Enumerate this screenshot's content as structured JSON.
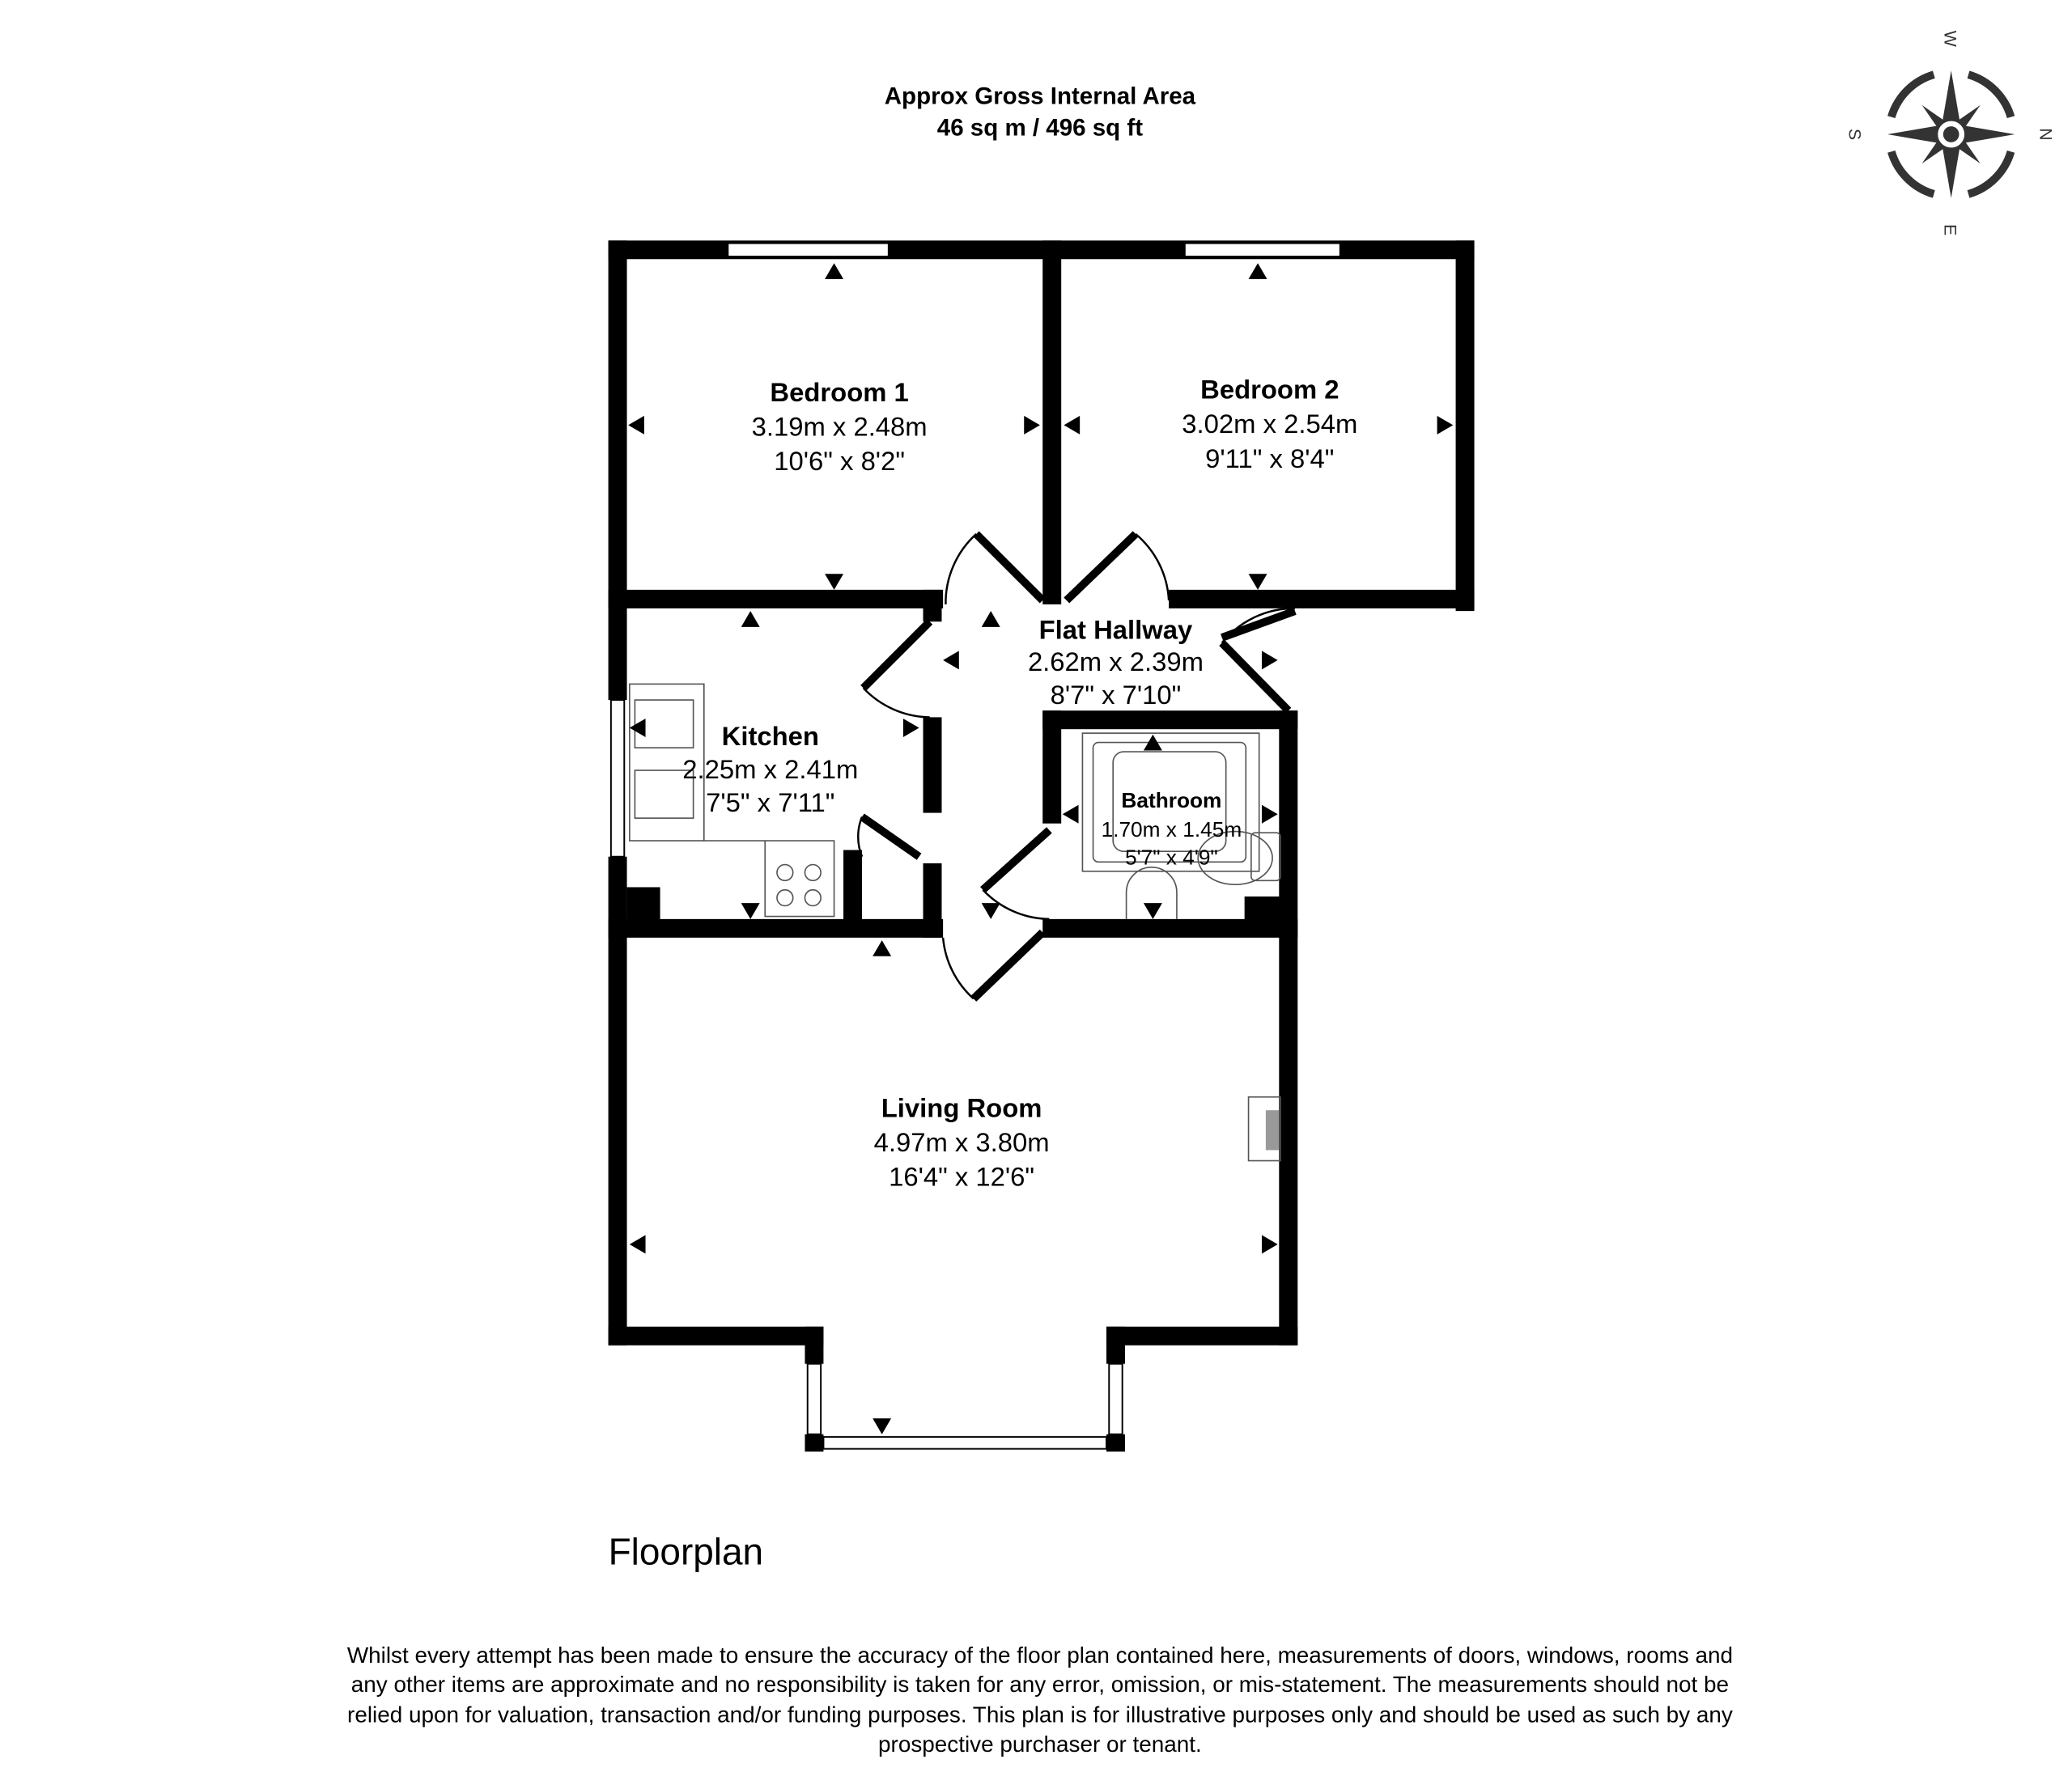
{
  "header": {
    "title": "Approx Gross Internal Area",
    "area": "46 sq m / 496 sq ft"
  },
  "compass": {
    "north": "N",
    "south": "S",
    "east": "E",
    "west": "W"
  },
  "rooms": {
    "bedroom1": {
      "name": "Bedroom 1",
      "metric": "3.19m x 2.48m",
      "imperial": "10'6\" x 8'2\""
    },
    "bedroom2": {
      "name": "Bedroom 2",
      "metric": "3.02m x 2.54m",
      "imperial": "9'11\" x 8'4\""
    },
    "hallway": {
      "name": "Flat Hallway",
      "metric": "2.62m x 2.39m",
      "imperial": "8'7\" x 7'10\""
    },
    "kitchen": {
      "name": "Kitchen",
      "metric": "2.25m x 2.41m",
      "imperial": "7'5\" x 7'11\""
    },
    "bathroom": {
      "name": "Bathroom",
      "metric": "1.70m x 1.45m",
      "imperial": "5'7\" x 4'9\""
    },
    "living": {
      "name": "Living Room",
      "metric": "4.97m x 3.80m",
      "imperial": "16'4\" x 12'6\""
    }
  },
  "floor_label": "Floorplan",
  "disclaimer": [
    "Whilst every attempt has been made to ensure the accuracy of the floor plan contained here, measurements of doors, windows, rooms and",
    "any other items are approximate and no responsibility is taken for any error, omission, or mis-statement. The measurements should not be",
    "relied upon for valuation, transaction and/or funding purposes. This plan is for illustrative purposes only and should be used as such by any",
    "prospective purchaser or tenant."
  ]
}
